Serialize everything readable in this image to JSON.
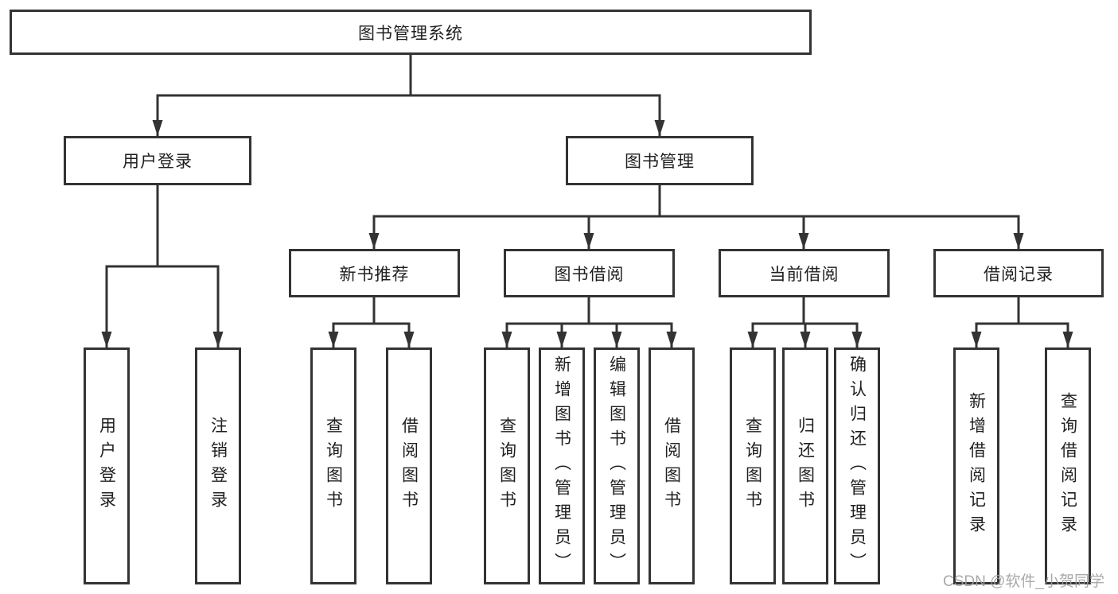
{
  "diagram": {
    "root": {
      "label": "图书管理系统"
    },
    "children": [
      {
        "label": "用户登录",
        "children": [
          {
            "label": "用户登录"
          },
          {
            "label": "注销登录"
          }
        ]
      },
      {
        "label": "图书管理",
        "children": [
          {
            "label": "新书推荐",
            "children": [
              {
                "label": "查询图书"
              },
              {
                "label": "借阅图书"
              }
            ]
          },
          {
            "label": "图书借阅",
            "children": [
              {
                "label": "查询图书"
              },
              {
                "label": "新增图书（管理员）"
              },
              {
                "label": "编辑图书（管理员）"
              },
              {
                "label": "借阅图书"
              }
            ]
          },
          {
            "label": "当前借阅",
            "children": [
              {
                "label": "查询图书"
              },
              {
                "label": "归还图书"
              },
              {
                "label": "确认归还（管理员）"
              }
            ]
          },
          {
            "label": "借阅记录",
            "children": [
              {
                "label": "新增借阅记录"
              },
              {
                "label": "查询借阅记录"
              }
            ]
          }
        ]
      }
    ]
  },
  "watermark": {
    "text": "CSDN @软件_小贺同学"
  },
  "colors": {
    "line": "#333333",
    "text": "#1f1f1f",
    "watermark": "#a0a0a0",
    "background": "#ffffff"
  }
}
